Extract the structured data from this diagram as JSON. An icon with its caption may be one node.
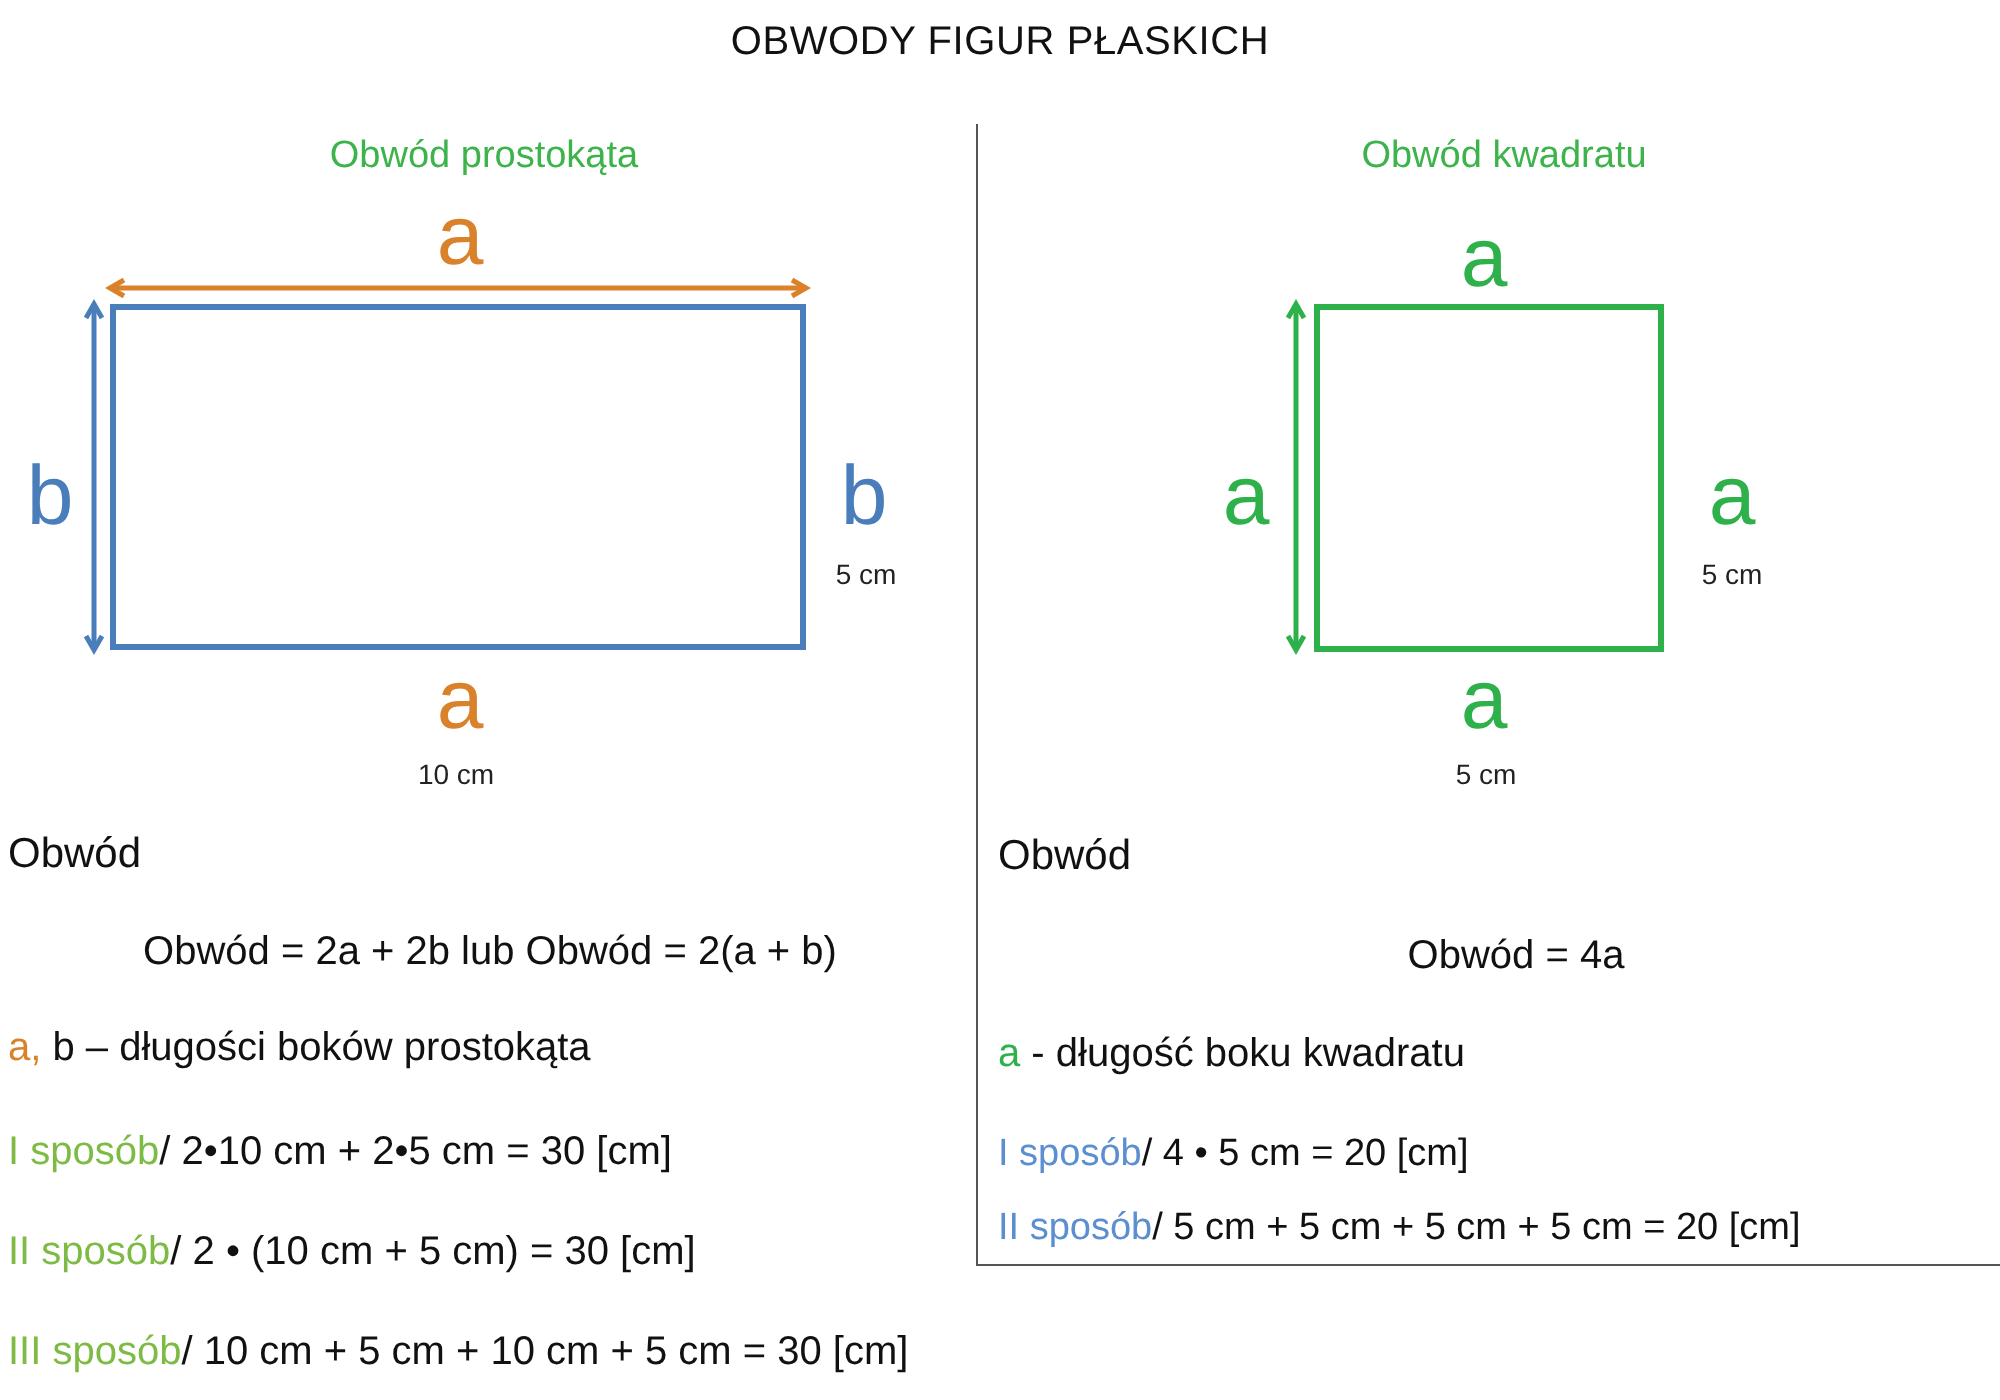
{
  "diagram": {
    "title": "OBWODY FIGUR PŁASKICH",
    "nodes": [
      {
        "text": [],
        "shape": "box",
        "beside": [
          "a",
          "b",
          "b",
          "5 cm",
          "a",
          "10 cm"
        ]
      },
      {
        "text": [],
        "shape": "box",
        "beside": [
          "a",
          "a",
          "a",
          "5 cm",
          "a",
          "5 cm"
        ]
      }
    ],
    "labels": [
      "Obwód prostokąta",
      "Obwód kwadratu",
      "Obwód",
      "Obwód = 2a + 2b lub Obwód = 2(a + b)",
      "a, b – długości boków prostokąta",
      "I sposób/ 2•10 cm + 2•5 cm = 30 [cm]",
      "II sposób/ 2 • (10 cm + 5 cm) = 30 [cm]",
      "III sposób/ 10 cm + 5 cm + 10 cm + 5 cm = 30 [cm]",
      "Obwód",
      "Obwód = 4a",
      "a - długość boku kwadratu",
      "I sposób/ 4 • 5 cm = 20 [cm]",
      "II sposób/ 5 cm + 5 cm + 5 cm + 5 cm = 20 [cm]"
    ]
  }
}
